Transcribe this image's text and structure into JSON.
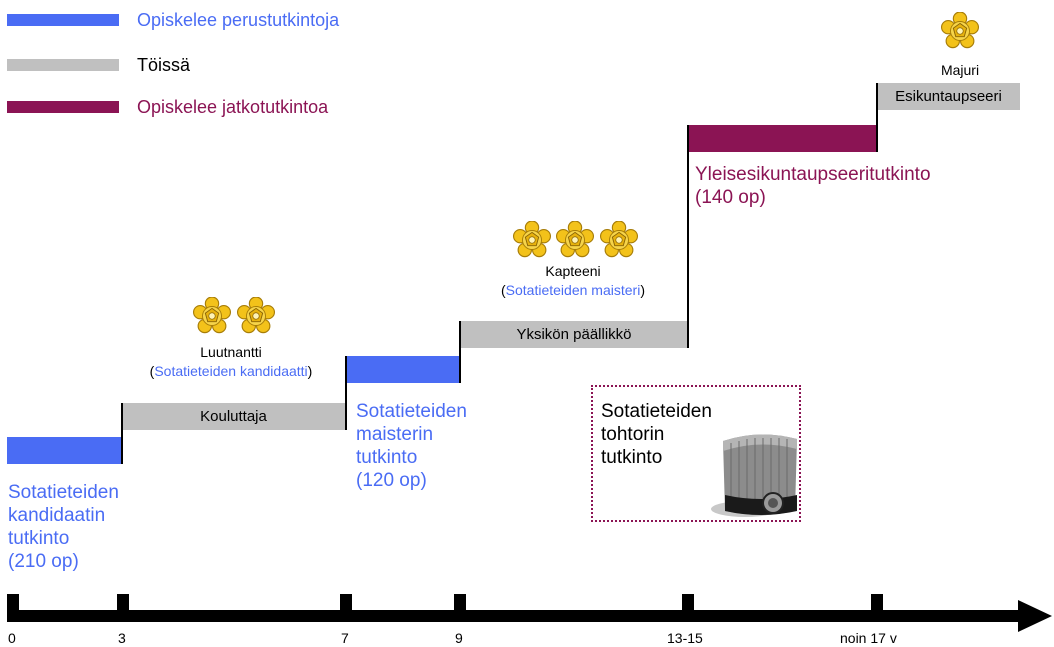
{
  "colors": {
    "basic_studies": "#4a6cf4",
    "working": "#c0c0c0",
    "advanced_studies": "#8b1454"
  },
  "legend": {
    "basic": "Opiskelee perustutkintoja",
    "working": "Töissä",
    "advanced": "Opiskelee jatkotutkintoa"
  },
  "bars": {
    "kouluttaja": "Kouluttaja",
    "yksikon_paallikko": "Yksikön päällikkö",
    "esikuntaupseeri": "Esikuntaupseeri"
  },
  "degrees": {
    "kandidaatti": [
      "Sotatieteiden",
      "kandidaatin",
      "tutkinto",
      "(210 op)"
    ],
    "maisteri": [
      "Sotatieteiden",
      "maisterin",
      "tutkinto",
      "(120 op)"
    ],
    "yleisesikunta": [
      "Yleisesikuntaupseeritutkinto",
      "(140 op)"
    ],
    "tohtori": [
      "Sotatieteiden",
      "tohtorin",
      "tutkinto"
    ]
  },
  "ranks": {
    "luutnantti": {
      "name": "Luutnantti",
      "open": "(",
      "degree": "Sotatieteiden kandidaatti",
      "close": ")"
    },
    "kapteeni": {
      "name": "Kapteeni",
      "open": "(",
      "degree": "Sotatieteiden maisteri",
      "close": ")"
    },
    "majuri": {
      "name": "Majuri"
    }
  },
  "timeline": {
    "ticks": [
      "0",
      "3",
      "7",
      "9",
      "13-15",
      "noin 17 v"
    ]
  },
  "icons": {
    "rank_insignia": "rosette-icon",
    "doctoral_hat": "doctoral-hat-icon"
  }
}
